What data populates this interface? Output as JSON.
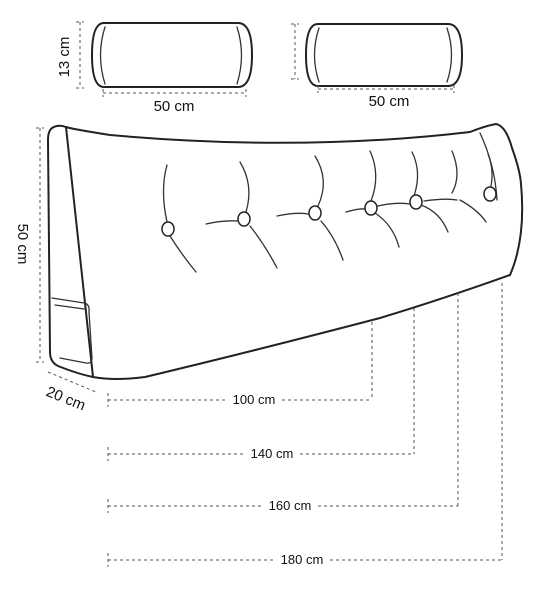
{
  "bolster_left": {
    "diameter_label": "13 cm",
    "length_label": "50 cm"
  },
  "bolster_right": {
    "length_label": "50 cm"
  },
  "wedge": {
    "height_label": "50 cm",
    "depth_label": "20 cm"
  },
  "widths": [
    {
      "label": "100 cm"
    },
    {
      "label": "140 cm"
    },
    {
      "label": "160 cm"
    },
    {
      "label": "180 cm"
    }
  ]
}
